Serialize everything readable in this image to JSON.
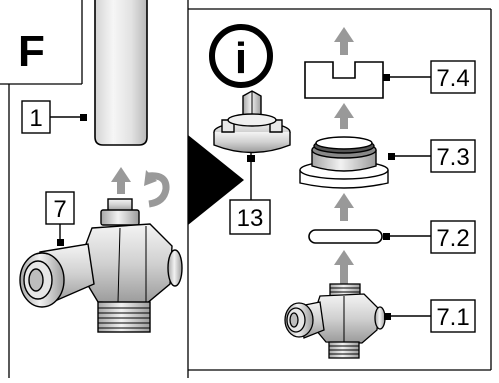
{
  "section_letter": "F",
  "info_symbol": "i",
  "labels": {
    "pipe": "1",
    "valve": "7",
    "tool": "13",
    "cap": "7.4",
    "insert": "7.3",
    "o_ring": "7.2",
    "valve_body": "7.1"
  },
  "icons": [
    "info-icon",
    "up-arrow-icon",
    "rotate-arrow-icon",
    "pointer-triangle-icon"
  ],
  "colors": {
    "line": "#000000",
    "arrow_gray": "#999999",
    "metal_light": "#f2f2f2",
    "metal_mid": "#c8c8c8",
    "metal_dark": "#8a8a8a",
    "background": "#ffffff"
  }
}
